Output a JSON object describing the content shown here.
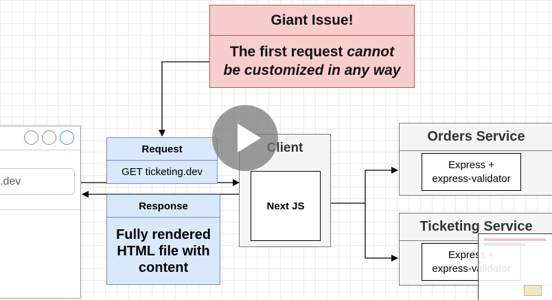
{
  "issue": {
    "title": "Giant Issue!",
    "line1_normal": "The first request ",
    "line1_italic": "cannot",
    "line2_italic": "be customized in any way"
  },
  "browser": {
    "url": ".dev"
  },
  "request": {
    "title": "Request",
    "body": "GET ticketing.dev"
  },
  "response": {
    "title": "Response",
    "body_lines": [
      "Fully rendered",
      "HTML file with",
      "content"
    ]
  },
  "client": {
    "title": "Client",
    "inner": "Next JS"
  },
  "orders_service": {
    "title": "Orders Service",
    "inner_lines": [
      "Express +",
      "express-validator"
    ]
  },
  "ticketing_service": {
    "title": "Ticketing Service",
    "inner_lines": [
      "Express +",
      "express-validator"
    ]
  },
  "colors": {
    "issue_fill": "#f8cecc",
    "issue_stroke": "#b85450",
    "blue_fill": "#dae8fc",
    "blue_stroke": "#6c8ebf",
    "grey_fill": "#f5f5f5",
    "grey_stroke": "#7a7a7a"
  },
  "icons": {
    "play": "play-icon",
    "window_buttons": "window-control-icon"
  }
}
